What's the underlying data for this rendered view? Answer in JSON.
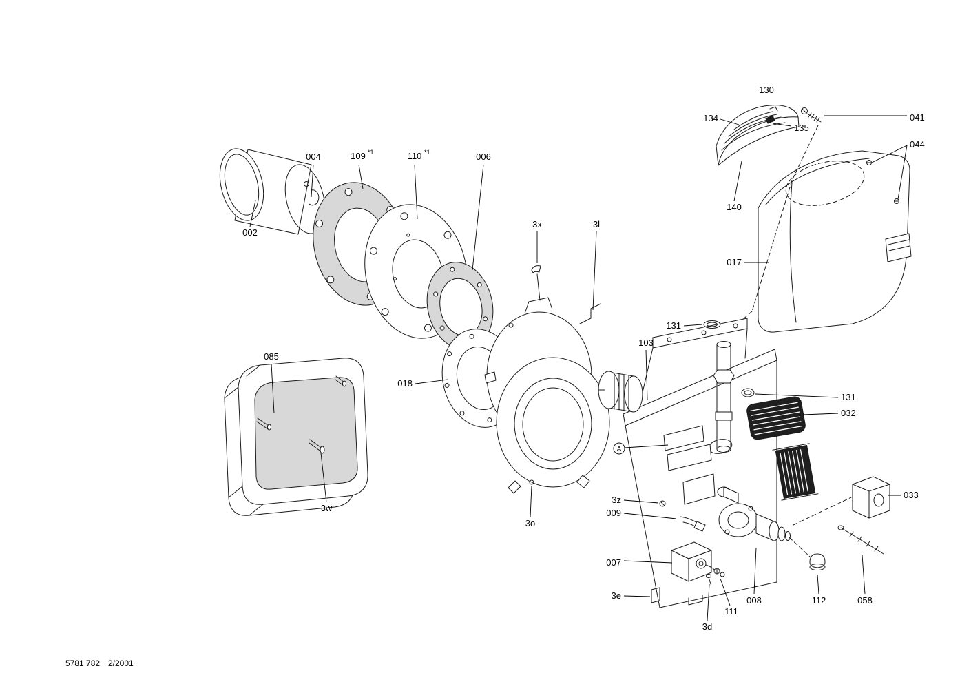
{
  "footer": {
    "doc_number": "5781 782",
    "revision": "2/2001"
  },
  "diagram": {
    "marker_a": "A",
    "footnote_marker": "*1",
    "colors": {
      "gasket_fill": "#d8d8d8",
      "dark_component": "#1f1f1f",
      "line": "#1a1a1a",
      "background": "#ffffff"
    },
    "labels": {
      "p002": "002",
      "p004": "004",
      "p006": "006",
      "p007": "007",
      "p008": "008",
      "p009": "009",
      "p017": "017",
      "p018": "018",
      "p032": "032",
      "p033": "033",
      "p041": "041",
      "p044": "044",
      "p058": "058",
      "p085": "085",
      "p103": "103",
      "p109": "109",
      "p110": "110",
      "p111": "111",
      "p112": "112",
      "p130": "130",
      "p131_top": "131",
      "p131_right": "131",
      "p134": "134",
      "p135": "135",
      "p140": "140",
      "p3d": "3d",
      "p3e": "3e",
      "p3l": "3l",
      "p3o": "3o",
      "p3w": "3w",
      "p3x": "3x",
      "p3z": "3z"
    }
  }
}
